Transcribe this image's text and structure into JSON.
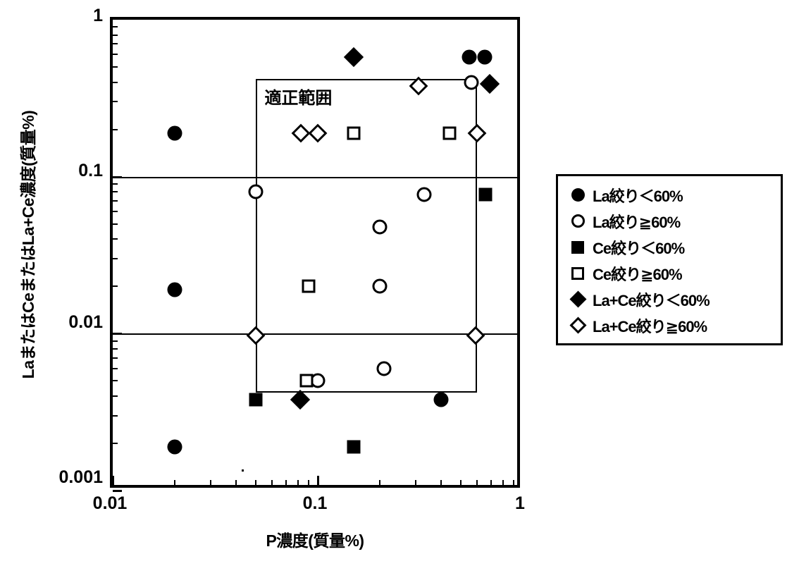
{
  "chart_data": {
    "type": "scatter",
    "title": "",
    "xlabel": "P濃度(質量%)",
    "ylabel": "LaまたはCeまたはLa+Ce濃度(質量%)",
    "xscale": "log",
    "yscale": "log",
    "xlim": [
      0.01,
      1
    ],
    "ylim": [
      0.001,
      1
    ],
    "xticks": [
      "0.01",
      "0.1",
      "1"
    ],
    "yticks": [
      "1",
      "0.1",
      "0.01",
      "0.001"
    ],
    "grid": "horizontal gridlines at y=0.1 and y=0.01",
    "legend_position": "right outside",
    "annotations": [
      {
        "text": "適正範囲",
        "x": 0.055,
        "y": 0.33,
        "box": {
          "x0": 0.05,
          "x1": 0.6,
          "y0": 0.0042,
          "y1": 0.42
        }
      }
    ],
    "series": [
      {
        "name": "La絞り<60%",
        "marker": "circle-filled",
        "points": [
          {
            "x": 0.02,
            "y": 0.19
          },
          {
            "x": 0.02,
            "y": 0.019
          },
          {
            "x": 0.02,
            "y": 0.0019
          },
          {
            "x": 0.55,
            "y": 0.58
          },
          {
            "x": 0.65,
            "y": 0.58
          },
          {
            "x": 0.4,
            "y": 0.0038
          }
        ]
      },
      {
        "name": "La絞り≧60%",
        "marker": "circle-open",
        "points": [
          {
            "x": 0.05,
            "y": 0.08
          },
          {
            "x": 0.2,
            "y": 0.048
          },
          {
            "x": 0.33,
            "y": 0.077
          },
          {
            "x": 0.2,
            "y": 0.02
          },
          {
            "x": 0.21,
            "y": 0.006
          },
          {
            "x": 0.1,
            "y": 0.005
          },
          {
            "x": 0.56,
            "y": 0.4
          }
        ]
      },
      {
        "name": "Ce絞り<60%",
        "marker": "square-filled",
        "points": [
          {
            "x": 0.66,
            "y": 0.077
          },
          {
            "x": 0.05,
            "y": 0.0038
          },
          {
            "x": 0.15,
            "y": 0.0019
          }
        ]
      },
      {
        "name": "Ce絞り≧60%",
        "marker": "square-open",
        "points": [
          {
            "x": 0.15,
            "y": 0.19
          },
          {
            "x": 0.44,
            "y": 0.19
          },
          {
            "x": 0.09,
            "y": 0.02
          },
          {
            "x": 0.088,
            "y": 0.005
          }
        ]
      },
      {
        "name": "La+Ce絞り<60%",
        "marker": "diamond-filled",
        "points": [
          {
            "x": 0.15,
            "y": 0.58
          },
          {
            "x": 0.69,
            "y": 0.39
          },
          {
            "x": 0.082,
            "y": 0.0038
          }
        ]
      },
      {
        "name": "La+Ce絞り≧60%",
        "marker": "diamond-open",
        "points": [
          {
            "x": 0.083,
            "y": 0.19
          },
          {
            "x": 0.1,
            "y": 0.19
          },
          {
            "x": 0.31,
            "y": 0.38
          },
          {
            "x": 0.6,
            "y": 0.19
          },
          {
            "x": 0.05,
            "y": 0.0097
          },
          {
            "x": 0.59,
            "y": 0.0097
          }
        ]
      }
    ]
  },
  "legend": {
    "items": [
      {
        "marker": "circle-filled",
        "label": "La絞り＜60%"
      },
      {
        "marker": "circle-open",
        "label": "La絞り≧60%"
      },
      {
        "marker": "square-filled",
        "label": "Ce絞り＜60%"
      },
      {
        "marker": "square-open",
        "label": "Ce絞り≧60%"
      },
      {
        "marker": "diamond-filled",
        "label": "La+Ce絞り＜60%"
      },
      {
        "marker": "diamond-open",
        "label": "La+Ce絞り≧60%"
      }
    ]
  },
  "colors": {
    "foreground": "#000000",
    "background": "#ffffff"
  }
}
